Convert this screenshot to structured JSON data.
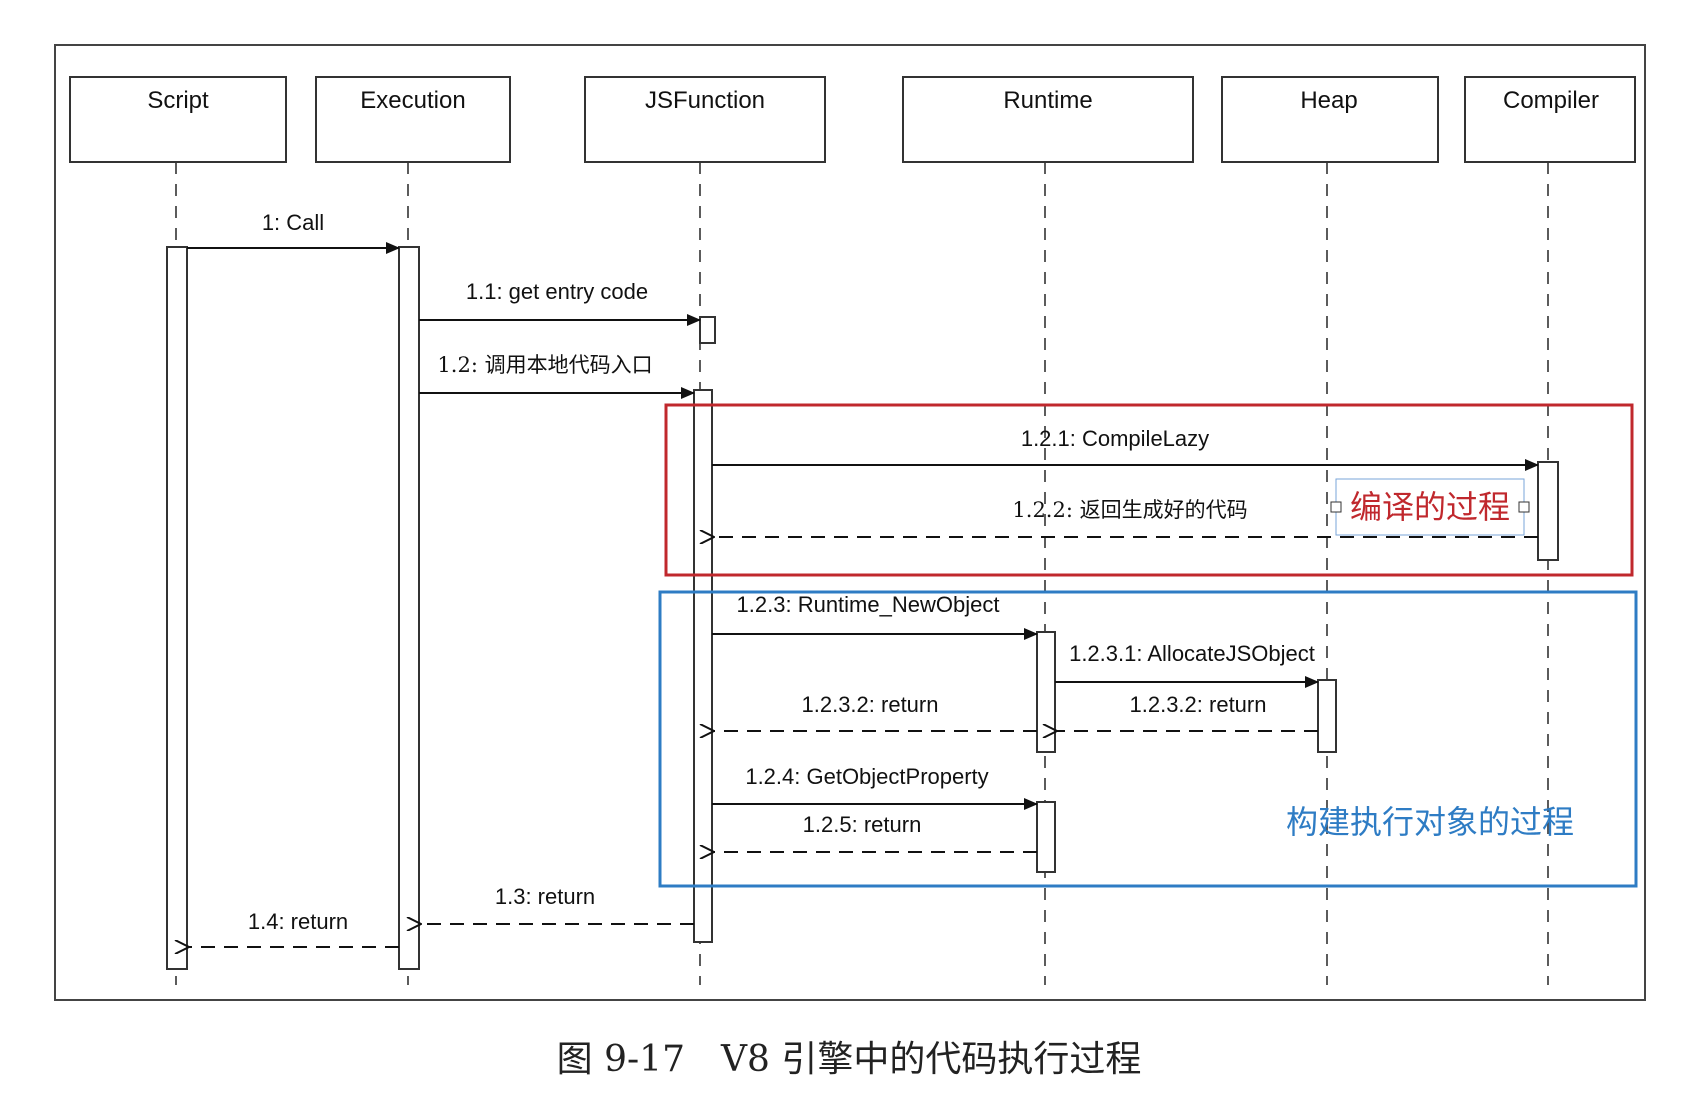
{
  "diagram": {
    "participants": [
      {
        "id": "script",
        "label": "Script"
      },
      {
        "id": "execution",
        "label": "Execution"
      },
      {
        "id": "jsfunction",
        "label": "JSFunction"
      },
      {
        "id": "runtime",
        "label": "Runtime"
      },
      {
        "id": "heap",
        "label": "Heap"
      },
      {
        "id": "compiler",
        "label": "Compiler"
      }
    ],
    "messages": [
      {
        "label": "1: Call",
        "from": "script",
        "to": "execution",
        "kind": "call"
      },
      {
        "label": "1.1: get entry code",
        "from": "execution",
        "to": "jsfunction",
        "kind": "call"
      },
      {
        "label": "1.2: 调用本地代码入口",
        "from": "execution",
        "to": "jsfunction",
        "kind": "call"
      },
      {
        "label": "1.2.1: CompileLazy",
        "from": "jsfunction",
        "to": "compiler",
        "kind": "call"
      },
      {
        "label": "1.2.2: 返回生成好的代码",
        "from": "compiler",
        "to": "jsfunction",
        "kind": "return"
      },
      {
        "label": "1.2.3: Runtime_NewObject",
        "from": "jsfunction",
        "to": "runtime",
        "kind": "call"
      },
      {
        "label": "1.2.3.1: AllocateJSObject",
        "from": "runtime",
        "to": "heap",
        "kind": "call"
      },
      {
        "label": "1.2.3.2: return",
        "from": "heap",
        "to": "runtime",
        "kind": "return"
      },
      {
        "label": "1.2.3.2: return",
        "from": "runtime",
        "to": "jsfunction",
        "kind": "return"
      },
      {
        "label": "1.2.4: GetObjectProperty",
        "from": "jsfunction",
        "to": "runtime",
        "kind": "call"
      },
      {
        "label": "1.2.5: return",
        "from": "runtime",
        "to": "jsfunction",
        "kind": "return"
      },
      {
        "label": "1.3: return",
        "from": "jsfunction",
        "to": "execution",
        "kind": "return"
      },
      {
        "label": "1.4: return",
        "from": "execution",
        "to": "script",
        "kind": "return"
      }
    ],
    "annotations": [
      {
        "label": "编译的过程",
        "color": "#c0282d"
      },
      {
        "label": "构建执行对象的过程",
        "color": "#2e7cc4"
      }
    ]
  },
  "caption": "图 9-17　V8 引擎中的代码执行过程"
}
